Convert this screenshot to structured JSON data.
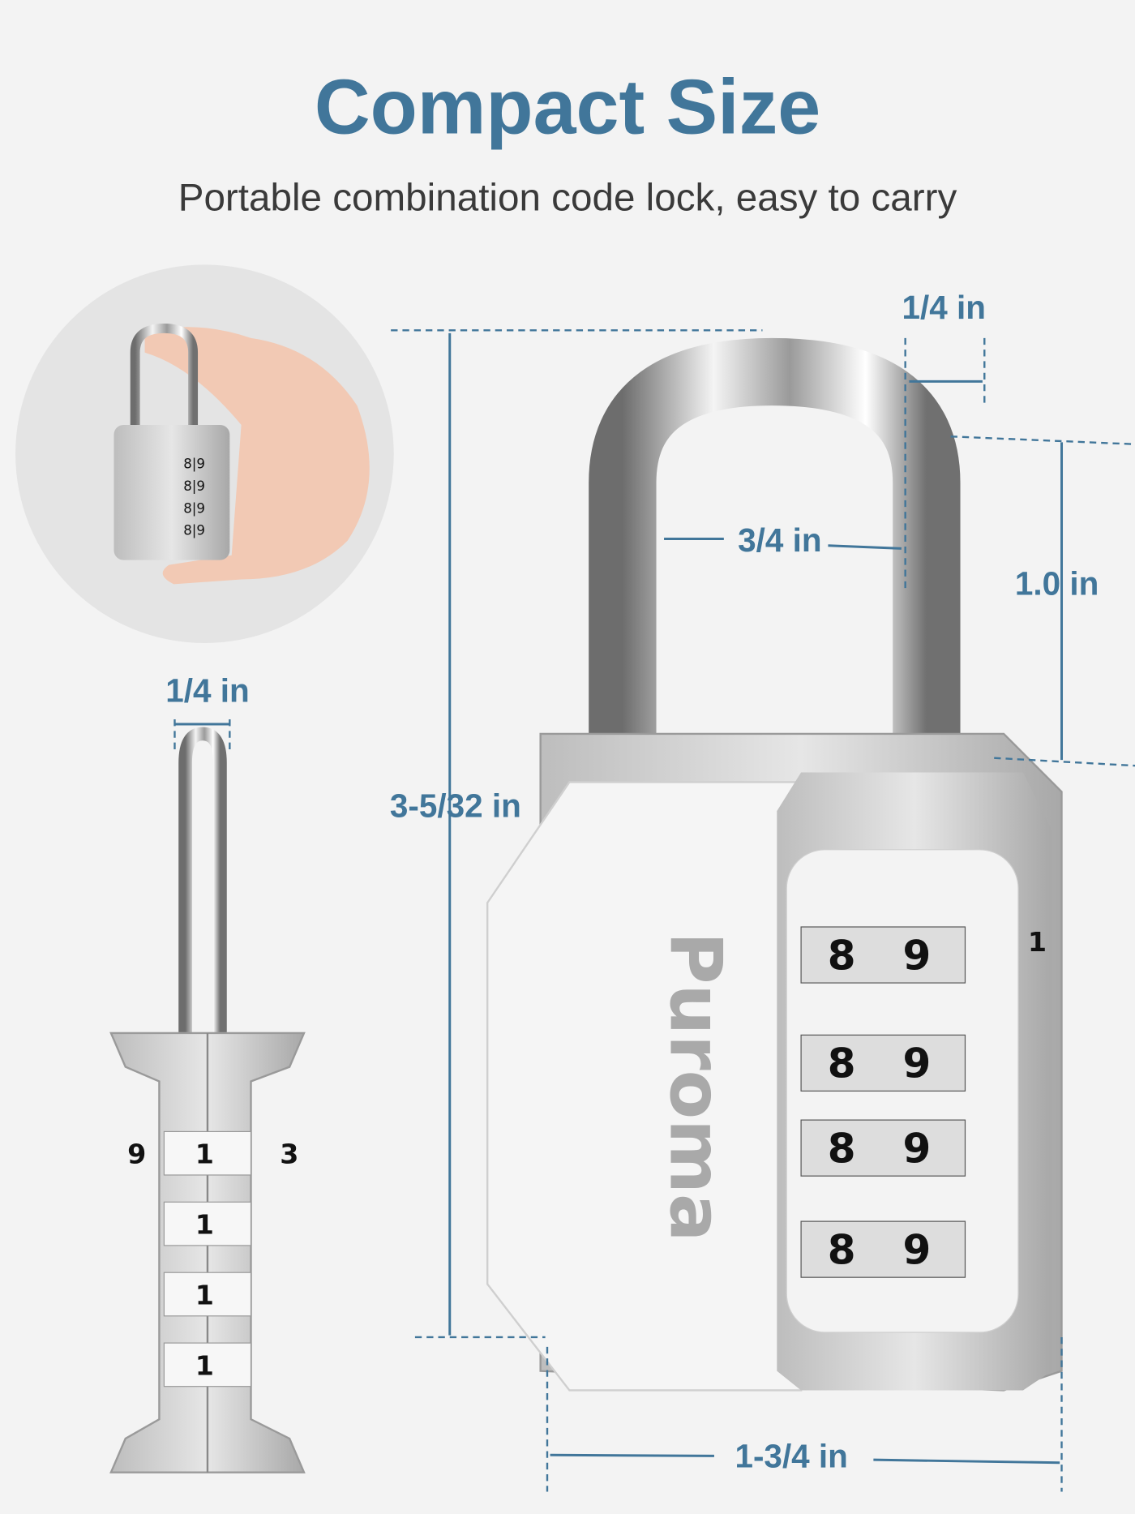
{
  "header": {
    "title": "Compact Size",
    "subtitle": "Portable combination code lock, easy to carry"
  },
  "dimensions": {
    "shackle_thickness_top": "1/4 in",
    "shackle_inner_width": "3/4 in",
    "shackle_clearance": "1.0 in",
    "total_height": "3-5/32 in",
    "body_width": "1-3/4 in",
    "side_shackle_thickness": "1/4 in"
  },
  "lock": {
    "brand": "Puroma",
    "front_dials": [
      "8",
      "9"
    ],
    "side_dials": [
      "1",
      "1",
      "1",
      "1"
    ],
    "side_left_digit": "9",
    "side_right_digit": "3",
    "right_edge_digit": "1"
  },
  "colors": {
    "accent": "#41769a",
    "background": "#f3f3f3"
  }
}
